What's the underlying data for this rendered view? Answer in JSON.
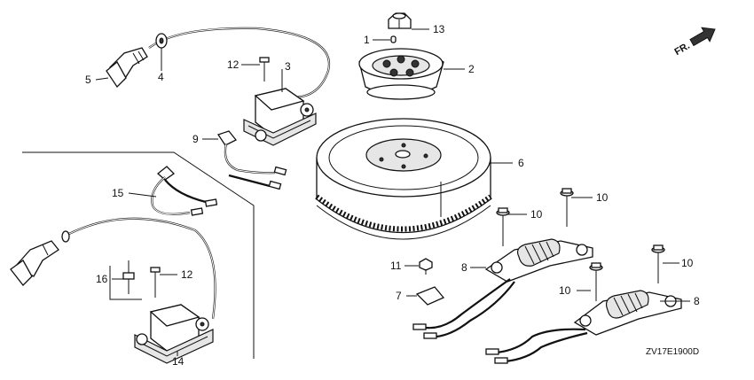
{
  "diagram_code": "ZV17E1900D",
  "direction_label": "FR.",
  "callouts": {
    "c1": "1",
    "c2": "2",
    "c3": "3",
    "c4": "4",
    "c5": "5",
    "c6": "6",
    "c7": "7",
    "c8a": "8",
    "c8b": "8",
    "c9": "9",
    "c10a": "10",
    "c10b": "10",
    "c10c": "10",
    "c10d": "10",
    "c11": "11",
    "c12a": "12",
    "c12b": "12",
    "c13": "13",
    "c14": "14",
    "c15": "15",
    "c16": "16"
  }
}
